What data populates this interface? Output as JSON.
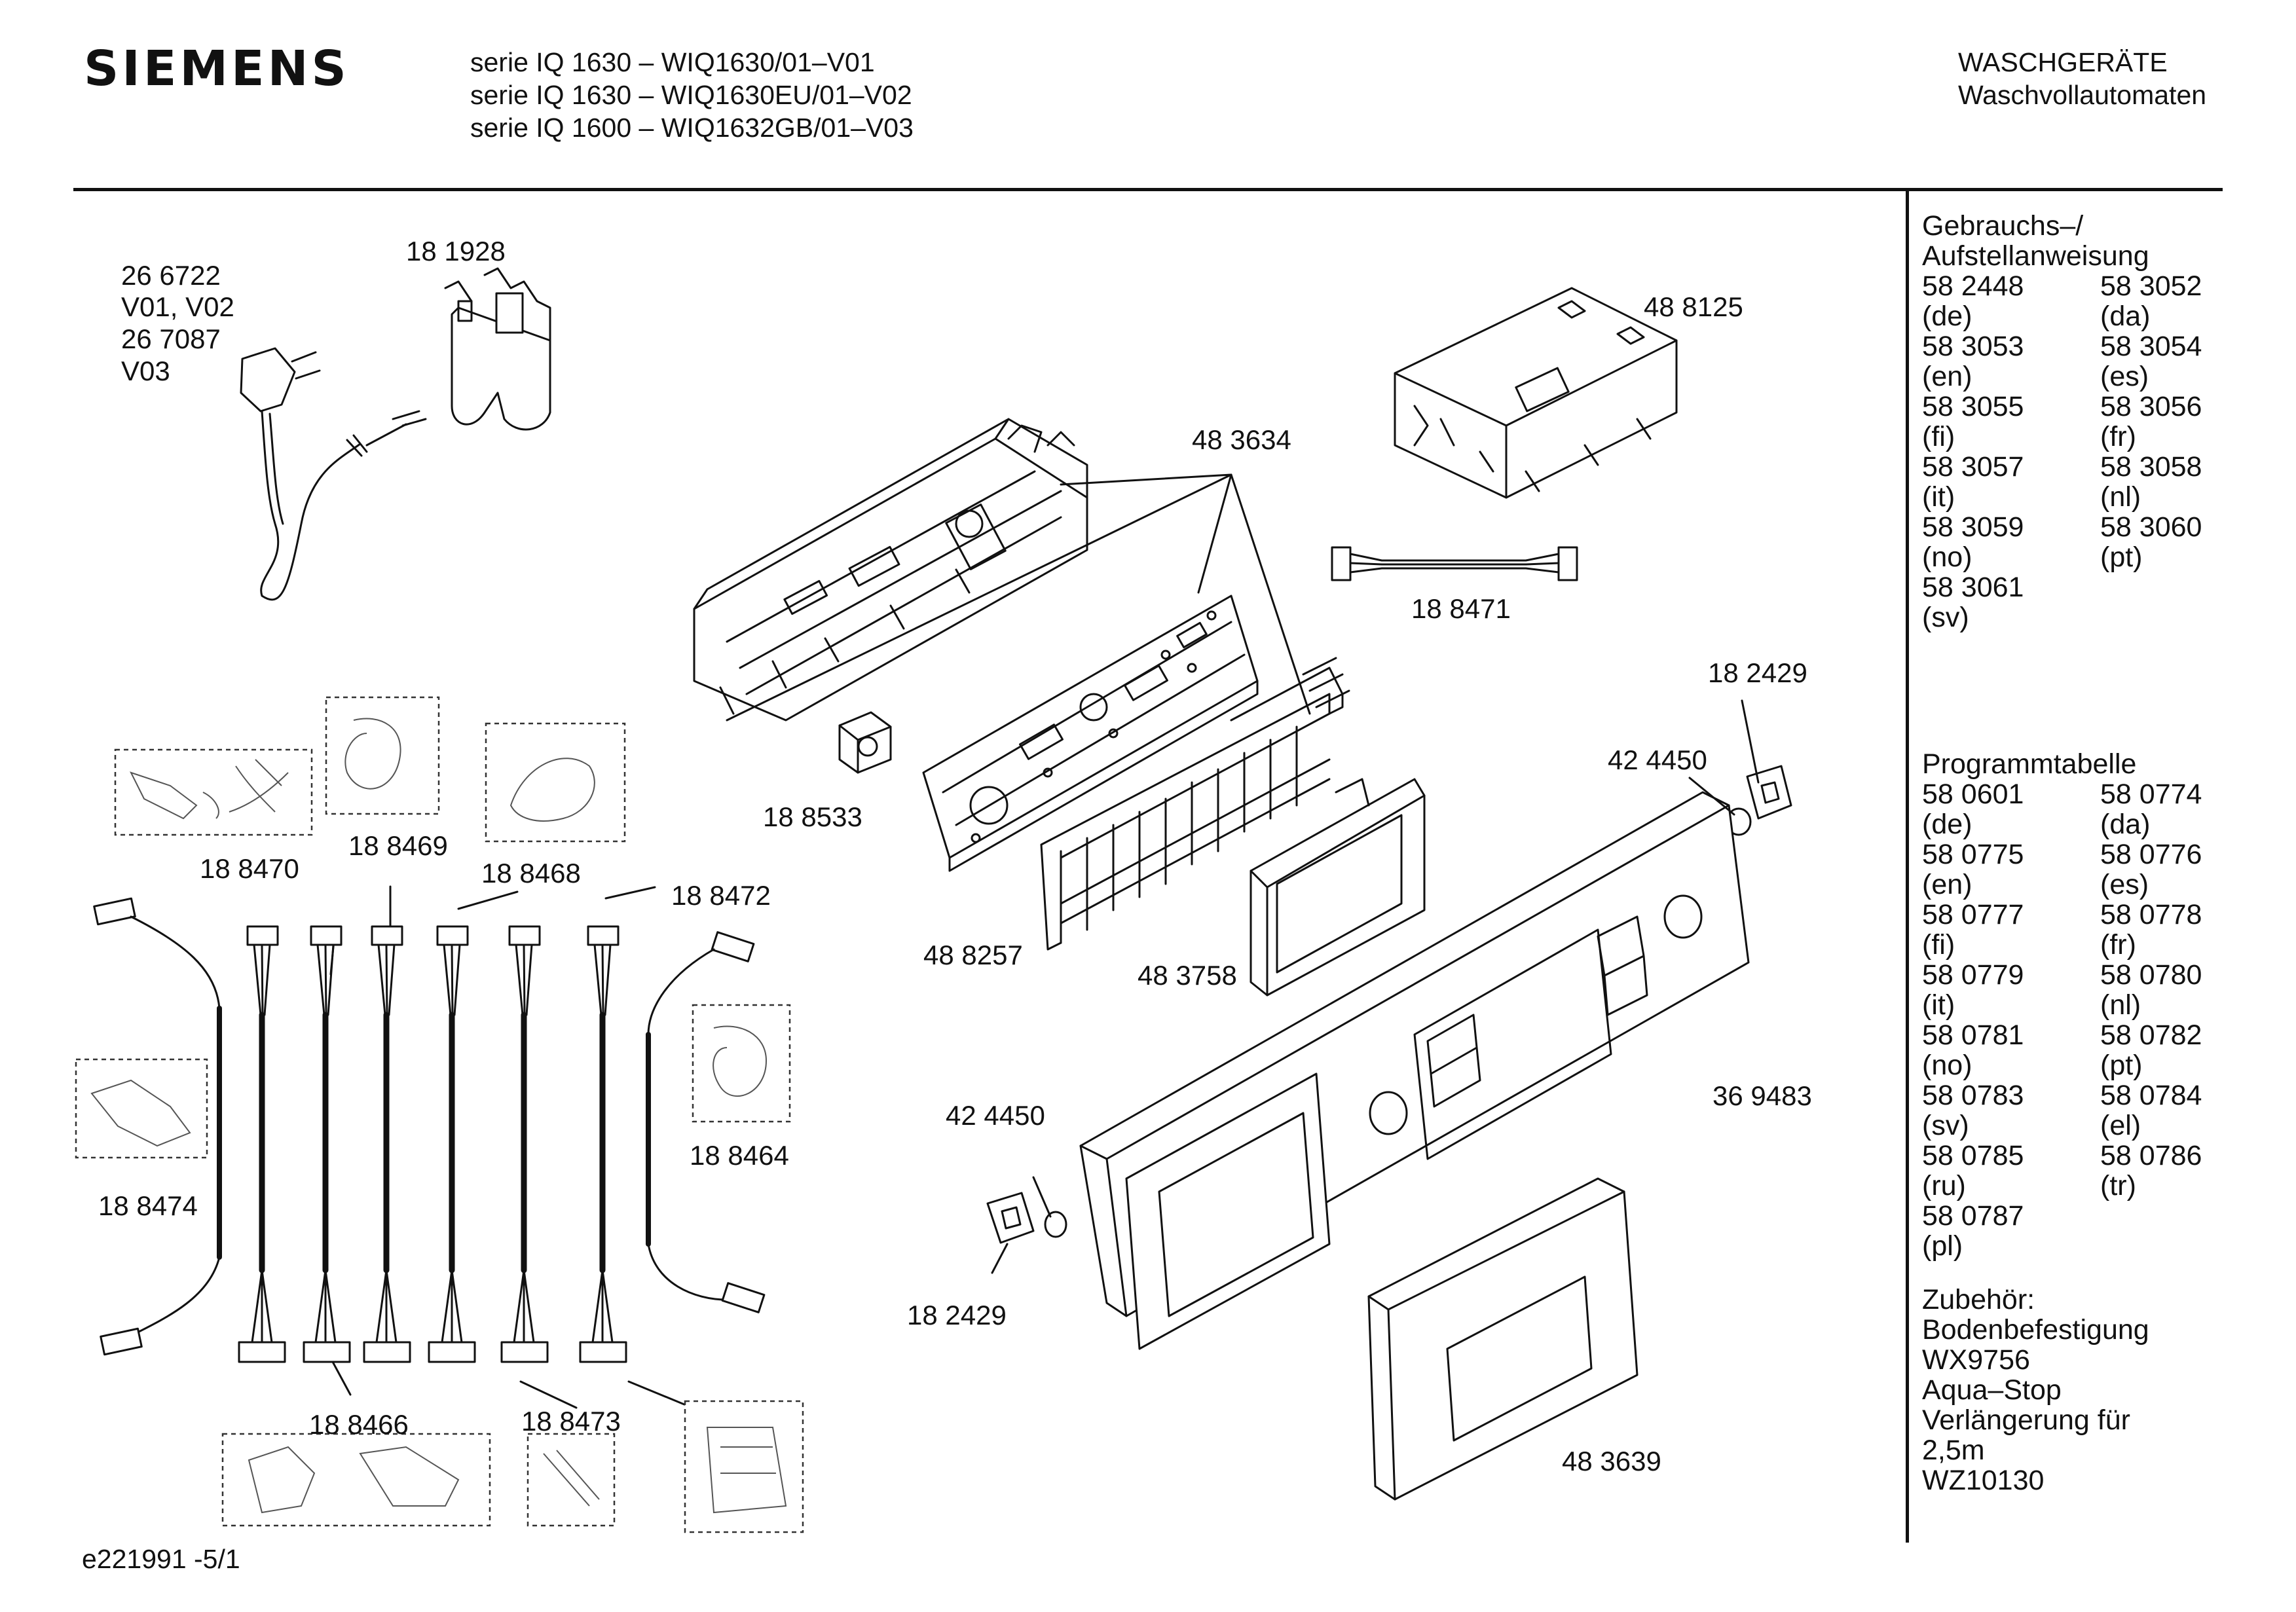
{
  "brand": "SIEMENS",
  "header": {
    "models": [
      "serie IQ 1630 – WIQ1630/01–V01",
      "serie IQ 1630 – WIQ1630EU/01–V02",
      "serie IQ 1600 – WIQ1632GB/01–V03"
    ],
    "category": "WASCHGERÄTE",
    "subcategory": "Waschvollautomaten"
  },
  "part_labels": {
    "power_cord_a": "26 6722",
    "power_cord_a_variant": "V01, V02",
    "power_cord_b": "26 7087",
    "power_cord_b_variant": "V03",
    "filter": "18 1928",
    "control_module": "48 3634",
    "top_module": "48 8125",
    "ribbon_cable": "18 8471",
    "switch": "18 8533",
    "clip_right": "18 2429",
    "ring_right": "42 4450",
    "board_frame": "48 8257",
    "display_frame": "48 3758",
    "fascia": "36 9483",
    "ring_left": "42 4450",
    "clip_left": "18 2429",
    "drawer_handle": "48 3639",
    "harness_8470": "18 8470",
    "harness_8469": "18 8469",
    "harness_8468": "18 8468",
    "harness_8472": "18 8472",
    "harness_8474": "18 8474",
    "harness_8464": "18 8464",
    "harness_8466": "18 8466",
    "harness_8473": "18 8473"
  },
  "sidebar": {
    "manual_title_1": "Gebrauchs–/",
    "manual_title_2": "Aufstellanweisung",
    "manuals": [
      [
        "58 2448",
        "58 3052"
      ],
      [
        "(de)",
        "(da)"
      ],
      [
        "58 3053",
        "58 3054"
      ],
      [
        "(en)",
        "(es)"
      ],
      [
        "58 3055",
        "58 3056"
      ],
      [
        "(fi)",
        "(fr)"
      ],
      [
        "58 3057",
        "58 3058"
      ],
      [
        "(it)",
        "(nl)"
      ],
      [
        "58 3059",
        "58 3060"
      ],
      [
        "(no)",
        "(pt)"
      ],
      [
        "58 3061",
        ""
      ],
      [
        "(sv)",
        ""
      ]
    ],
    "program_title": "Programmtabelle",
    "programs": [
      [
        "58 0601",
        "58 0774"
      ],
      [
        "(de)",
        "(da)"
      ],
      [
        "58 0775",
        "58 0776"
      ],
      [
        "(en)",
        "(es)"
      ],
      [
        "58 0777",
        "58 0778"
      ],
      [
        "(fi)",
        "(fr)"
      ],
      [
        "58 0779",
        "58 0780"
      ],
      [
        "(it)",
        "(nl)"
      ],
      [
        "58 0781",
        "58 0782"
      ],
      [
        "(no)",
        "(pt)"
      ],
      [
        "58 0783",
        "58 0784"
      ],
      [
        "(sv)",
        "(el)"
      ],
      [
        "58 0785",
        "58 0786"
      ],
      [
        "(ru)",
        "(tr)"
      ],
      [
        "58 0787",
        ""
      ],
      [
        "(pl)",
        ""
      ]
    ],
    "accessories": [
      "Zubehör:",
      "Bodenbefestigung",
      "WX9756",
      "Aqua–Stop",
      "Verlängerung für",
      "2,5m",
      "WZ10130"
    ]
  },
  "footer": {
    "drawing_id": "e221991 -5/1"
  }
}
